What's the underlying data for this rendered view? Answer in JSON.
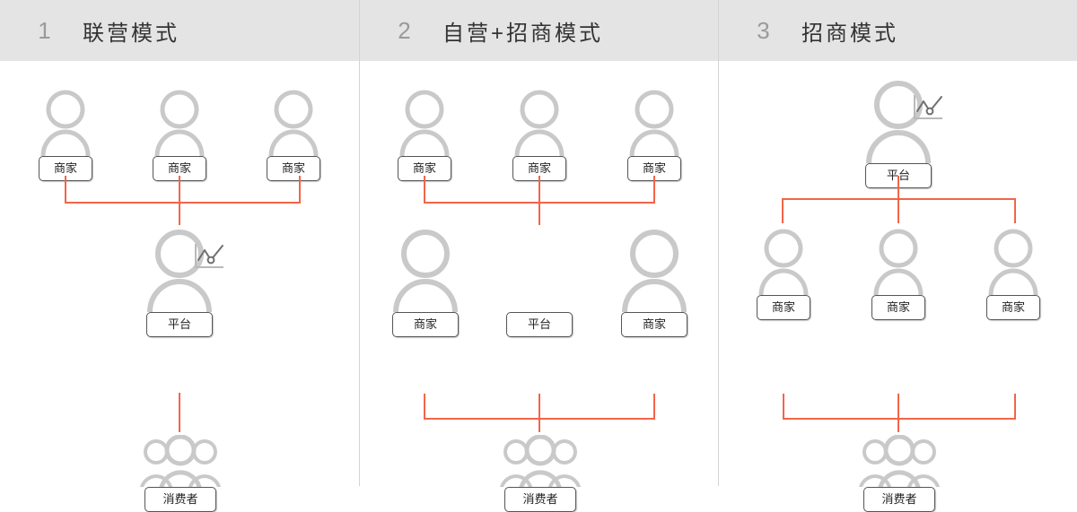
{
  "diagram": {
    "title_semantics": "e-commerce business model comparison",
    "accent_color": "#f26548",
    "icon_color": "#c9c9c9",
    "header_bg": "#e4e4e4",
    "labels": {
      "merchant": "商家",
      "platform": "平台",
      "consumer": "消费者"
    },
    "icons": {
      "person": "person-icon",
      "person_group": "person-group-icon",
      "chart_badge": "line-chart-badge-icon"
    }
  },
  "panels": [
    {
      "number": "1",
      "title": "联营模式",
      "top_row": [
        {
          "label": "商家",
          "icon": "person-icon"
        },
        {
          "label": "商家",
          "icon": "person-icon"
        },
        {
          "label": "商家",
          "icon": "person-icon"
        }
      ],
      "middle_row": [
        {
          "label": "平台",
          "icon": "person-icon",
          "badge": "line-chart-badge-icon"
        }
      ],
      "bottom_row": [
        {
          "label": "消费者",
          "icon": "person-group-icon"
        }
      ]
    },
    {
      "number": "2",
      "title": "自营+招商模式",
      "top_row": [
        {
          "label": "商家",
          "icon": "person-icon"
        },
        {
          "label": "商家",
          "icon": "person-icon"
        },
        {
          "label": "商家",
          "icon": "person-icon"
        }
      ],
      "middle_row": [
        {
          "label": "商家",
          "icon": "person-icon"
        },
        {
          "label": "平台",
          "icon": "none"
        },
        {
          "label": "商家",
          "icon": "person-icon"
        }
      ],
      "bottom_row": [
        {
          "label": "消费者",
          "icon": "person-group-icon"
        }
      ]
    },
    {
      "number": "3",
      "title": "招商模式",
      "top_row": [
        {
          "label": "平台",
          "icon": "person-icon",
          "badge": "line-chart-badge-icon"
        }
      ],
      "middle_row": [
        {
          "label": "商家",
          "icon": "person-icon"
        },
        {
          "label": "商家",
          "icon": "person-icon"
        },
        {
          "label": "商家",
          "icon": "person-icon"
        }
      ],
      "bottom_row": [
        {
          "label": "消费者",
          "icon": "person-group-icon"
        }
      ]
    }
  ]
}
